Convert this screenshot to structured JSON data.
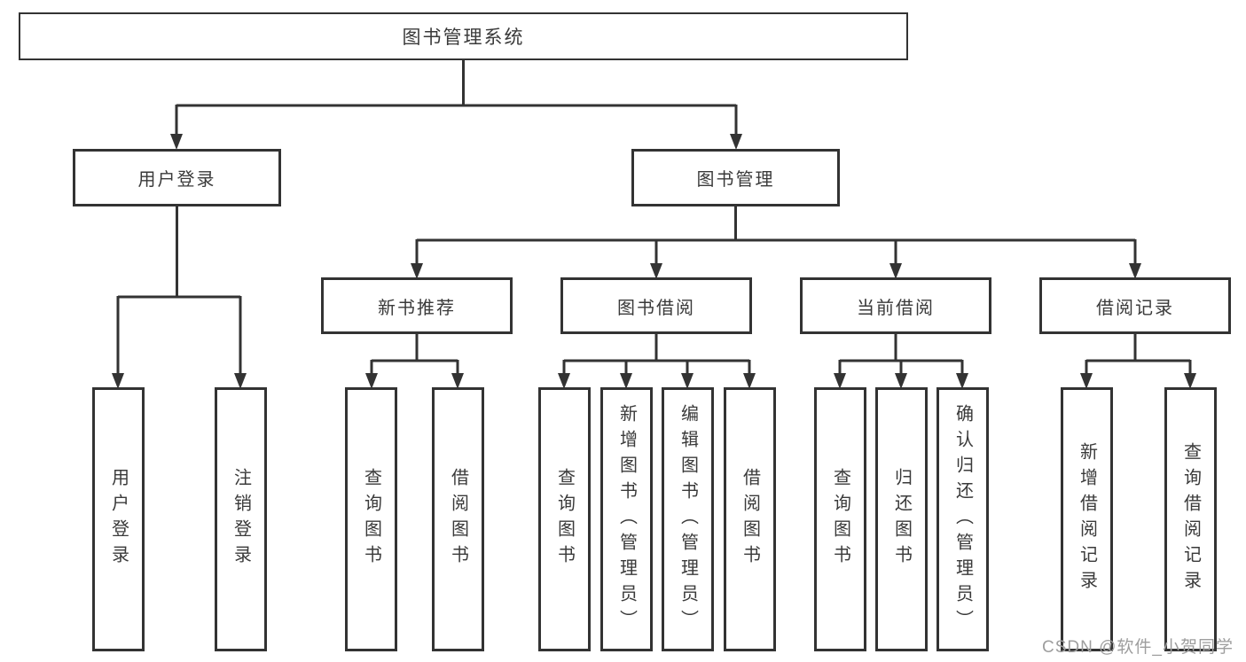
{
  "tree": {
    "label": "图书管理系统",
    "children": [
      {
        "label": "用户登录",
        "children": [
          {
            "label": "用户登录"
          },
          {
            "label": "注销登录"
          }
        ]
      },
      {
        "label": "图书管理",
        "children": [
          {
            "label": "新书推荐",
            "children": [
              {
                "label": "查询图书"
              },
              {
                "label": "借阅图书"
              }
            ]
          },
          {
            "label": "图书借阅",
            "children": [
              {
                "label": "查询图书"
              },
              {
                "label": "新增图书（管理员）"
              },
              {
                "label": "编辑图书（管理员）"
              },
              {
                "label": "借阅图书"
              }
            ]
          },
          {
            "label": "当前借阅",
            "children": [
              {
                "label": "查询图书"
              },
              {
                "label": "归还图书"
              },
              {
                "label": "确认归还（管理员）"
              }
            ]
          },
          {
            "label": "借阅记录",
            "children": [
              {
                "label": "新增借阅记录"
              },
              {
                "label": "查询借阅记录"
              }
            ]
          }
        ]
      }
    ]
  },
  "watermark": {
    "text": "CSDN @软件_小贺同学"
  },
  "colors": {
    "line": "#333333",
    "box_border": "#333333",
    "text": "#3a3a3a",
    "watermark": "#9e9e9e",
    "background": "#ffffff"
  }
}
